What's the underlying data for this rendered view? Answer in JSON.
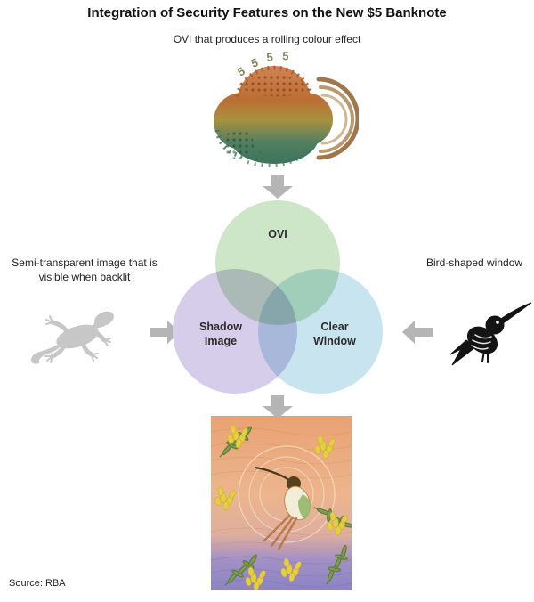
{
  "title": "Integration of Security Features on the New $5 Banknote",
  "ovi": {
    "caption": "OVI that produces a rolling colour effect",
    "digits": [
      "5",
      "5",
      "5",
      "5"
    ]
  },
  "venn": {
    "top_label": "OVI",
    "left_label": "Shadow Image",
    "right_label": "Clear Window"
  },
  "left_feature": {
    "caption": "Semi-transparent image that is visible when backlit",
    "image": "gecko-silhouette"
  },
  "right_feature": {
    "caption": "Bird-shaped window",
    "image": "bird-silhouette"
  },
  "bottom_feature": {
    "image": "banknote-sample"
  },
  "footer": {
    "source": "Source: RBA"
  },
  "colors": {
    "venn_top": "#cde6c8",
    "venn_left": "#d5cdea",
    "venn_right": "#c8e5ef",
    "arrow": "#b5b5b5",
    "gecko": "#c7c7c7",
    "bird": "#141414"
  }
}
